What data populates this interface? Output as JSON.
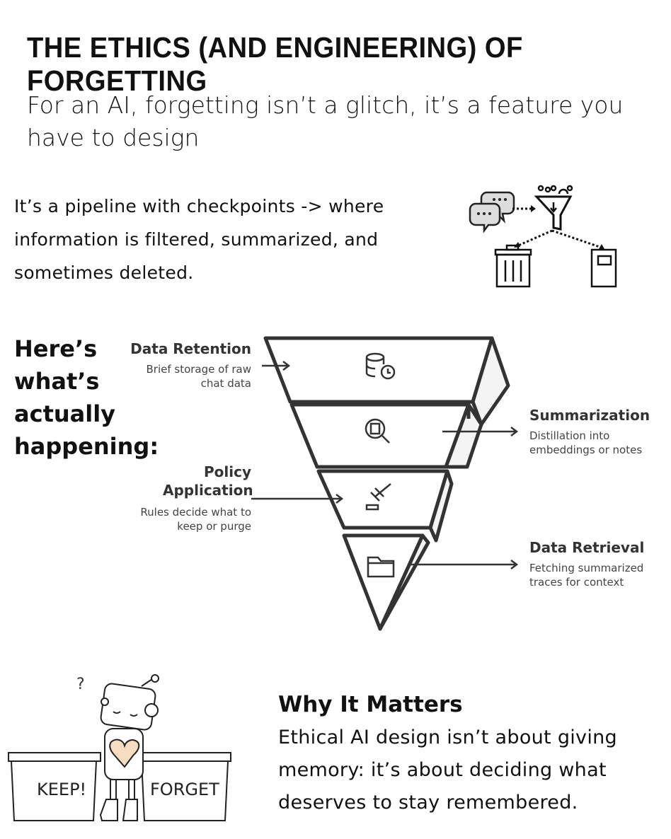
{
  "title": "THE ETHICS (AND ENGINEERING) OF FORGETTING",
  "subtitle": "For an AI, forgetting isn’t a glitch, it’s a feature you have to design",
  "intro": "It’s a pipeline with checkpoints -> where information is filtered, summarized, and sometimes deleted.",
  "heading": "Here’s what’s actually happening:",
  "stages": [
    {
      "title": "Data Retention",
      "desc": "Brief storage of raw chat data",
      "icon": "database-clock-icon"
    },
    {
      "title": "Summarization",
      "desc": "Distillation into embeddings or notes",
      "icon": "document-search-icon"
    },
    {
      "title": "Policy Application",
      "desc": "Rules decide what to keep or purge",
      "icon": "gavel-icon"
    },
    {
      "title": "Data Retrieval",
      "desc": "Fetching summarized traces for context",
      "icon": "folder-icon"
    }
  ],
  "why": {
    "title": "Why It Matters",
    "text": "Ethical AI design isn’t about giving memory: it’s about deciding what deserves to stay remembered."
  },
  "illustration": {
    "bin_left": "KEEP!",
    "bin_right": "FORGET",
    "thought": "?"
  }
}
